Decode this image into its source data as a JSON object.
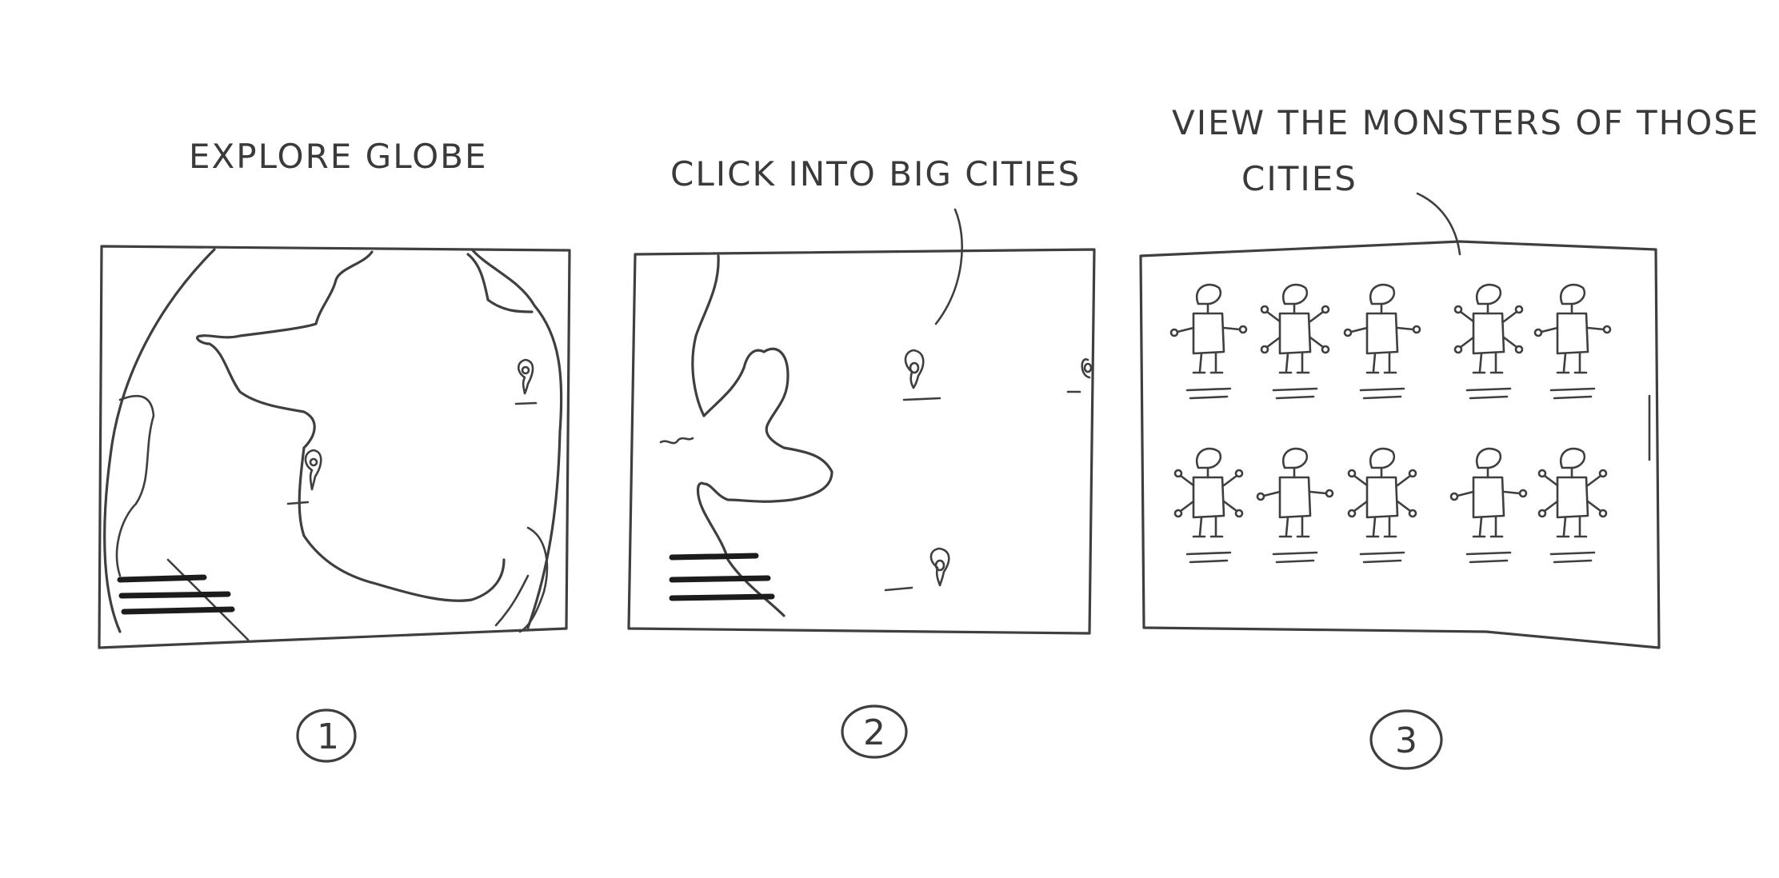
{
  "panels": [
    {
      "caption": "EXPLORE GLOBE",
      "number": "1"
    },
    {
      "caption": "CLICK INTO BIG CITIES",
      "number": "2"
    },
    {
      "caption_line1": "VIEW THE MONSTERS OF THOSE",
      "caption_line2": "CITIES",
      "number": "3"
    }
  ]
}
